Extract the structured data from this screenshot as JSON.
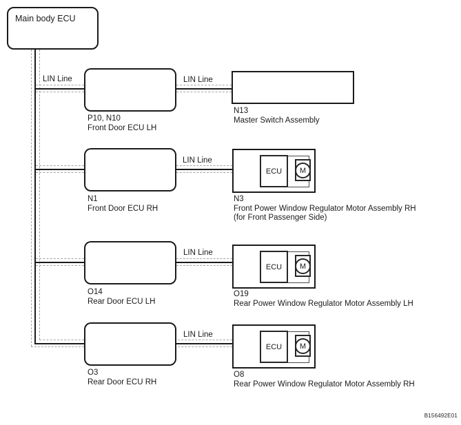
{
  "diagram": {
    "root": {
      "label": "Main body ECU"
    },
    "lin_label": "LIN Line",
    "ecu_label": "ECU",
    "motor_label": "M",
    "footnote": "B156492E01",
    "colors": {
      "line": "#1a1a1a",
      "shield_dash": "#a3a3a3",
      "background": "#ffffff"
    },
    "rows": [
      {
        "left_code": "P10, N10",
        "left_name": "Front Door ECU LH",
        "right_code": "N13",
        "right_name": "Master Switch Assembly",
        "right_type": "plain-box"
      },
      {
        "left_code": "N1",
        "left_name": "Front Door ECU RH",
        "right_code": "N3",
        "right_name": "Front Power Window Regulator Motor Assembly RH",
        "right_note": "(for Front Passenger Side)",
        "right_type": "motor-assembly"
      },
      {
        "left_code": "O14",
        "left_name": "Rear Door ECU LH",
        "right_code": "O19",
        "right_name": "Rear Power Window Regulator Motor Assembly LH",
        "right_type": "motor-assembly"
      },
      {
        "left_code": "O3",
        "left_name": "Rear Door ECU RH",
        "right_code": "O8",
        "right_name": "Rear Power Window Regulator Motor Assembly RH",
        "right_type": "motor-assembly"
      }
    ]
  }
}
